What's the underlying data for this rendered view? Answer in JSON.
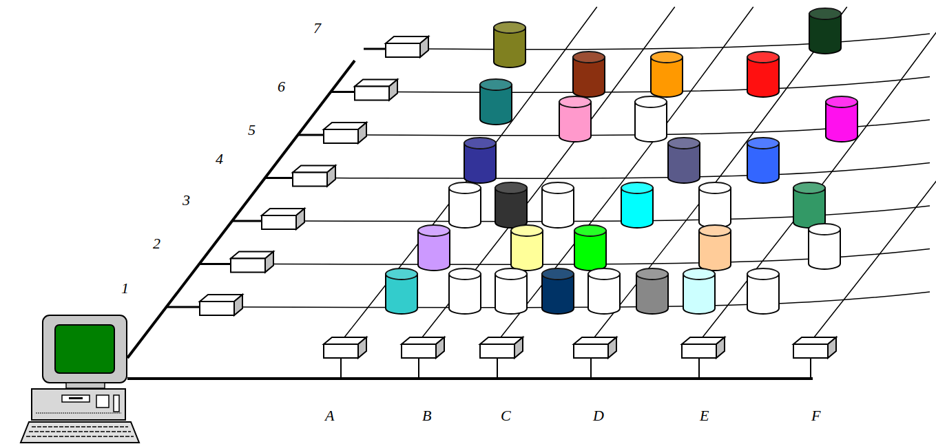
{
  "diagram": {
    "labels": [
      "7",
      "6",
      "5",
      "4",
      "3",
      "2",
      "1",
      "A",
      "B",
      "C",
      "D",
      "E",
      "F"
    ]
  }
}
